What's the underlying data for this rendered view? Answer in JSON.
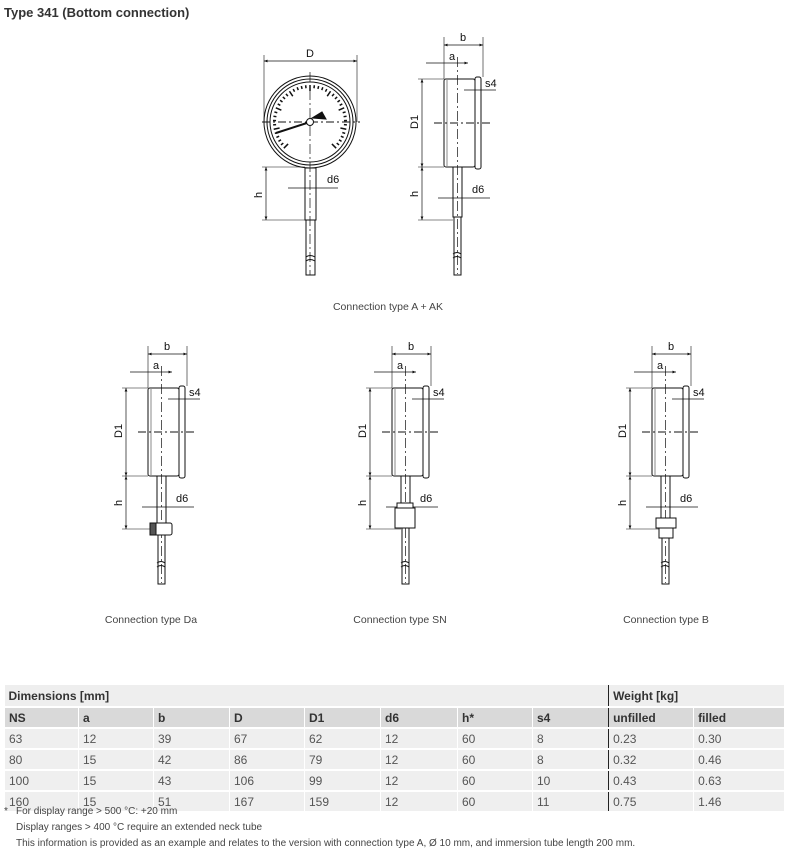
{
  "title": "Type 341 (Bottom connection)",
  "labels": {
    "D": "D",
    "b": "b",
    "a": "a",
    "s4": "s4",
    "D1": "D1",
    "h": "h",
    "d6": "d6"
  },
  "captions": {
    "a_ak": "Connection type A + AK",
    "da": "Connection type Da",
    "sn": "Connection type SN",
    "b": "Connection type B"
  },
  "table": {
    "group_dimensions": "Dimensions [mm]",
    "group_weight": "Weight [kg]",
    "headers": [
      "NS",
      "a",
      "b",
      "D",
      "D1",
      "d6",
      "h*",
      "s4",
      "unfilled",
      "filled"
    ],
    "rows": [
      [
        "63",
        "12",
        "39",
        "67",
        "62",
        "12",
        "60",
        "8",
        "0.23",
        "0.30"
      ],
      [
        "80",
        "15",
        "42",
        "86",
        "79",
        "12",
        "60",
        "8",
        "0.32",
        "0.46"
      ],
      [
        "100",
        "15",
        "43",
        "106",
        "99",
        "12",
        "60",
        "10",
        "0.43",
        "0.63"
      ],
      [
        "160",
        "15",
        "51",
        "167",
        "159",
        "12",
        "60",
        "11",
        "0.75",
        "1.46"
      ]
    ]
  },
  "notes": {
    "star": "*",
    "n1": "For display range > 500 °C: +20 mm",
    "n2": "Display ranges > 400 °C require an extended neck tube",
    "n3": "This information is provided as an example and relates to the version with connection type A, Ø 10 mm, and immersion tube length 200 mm."
  }
}
